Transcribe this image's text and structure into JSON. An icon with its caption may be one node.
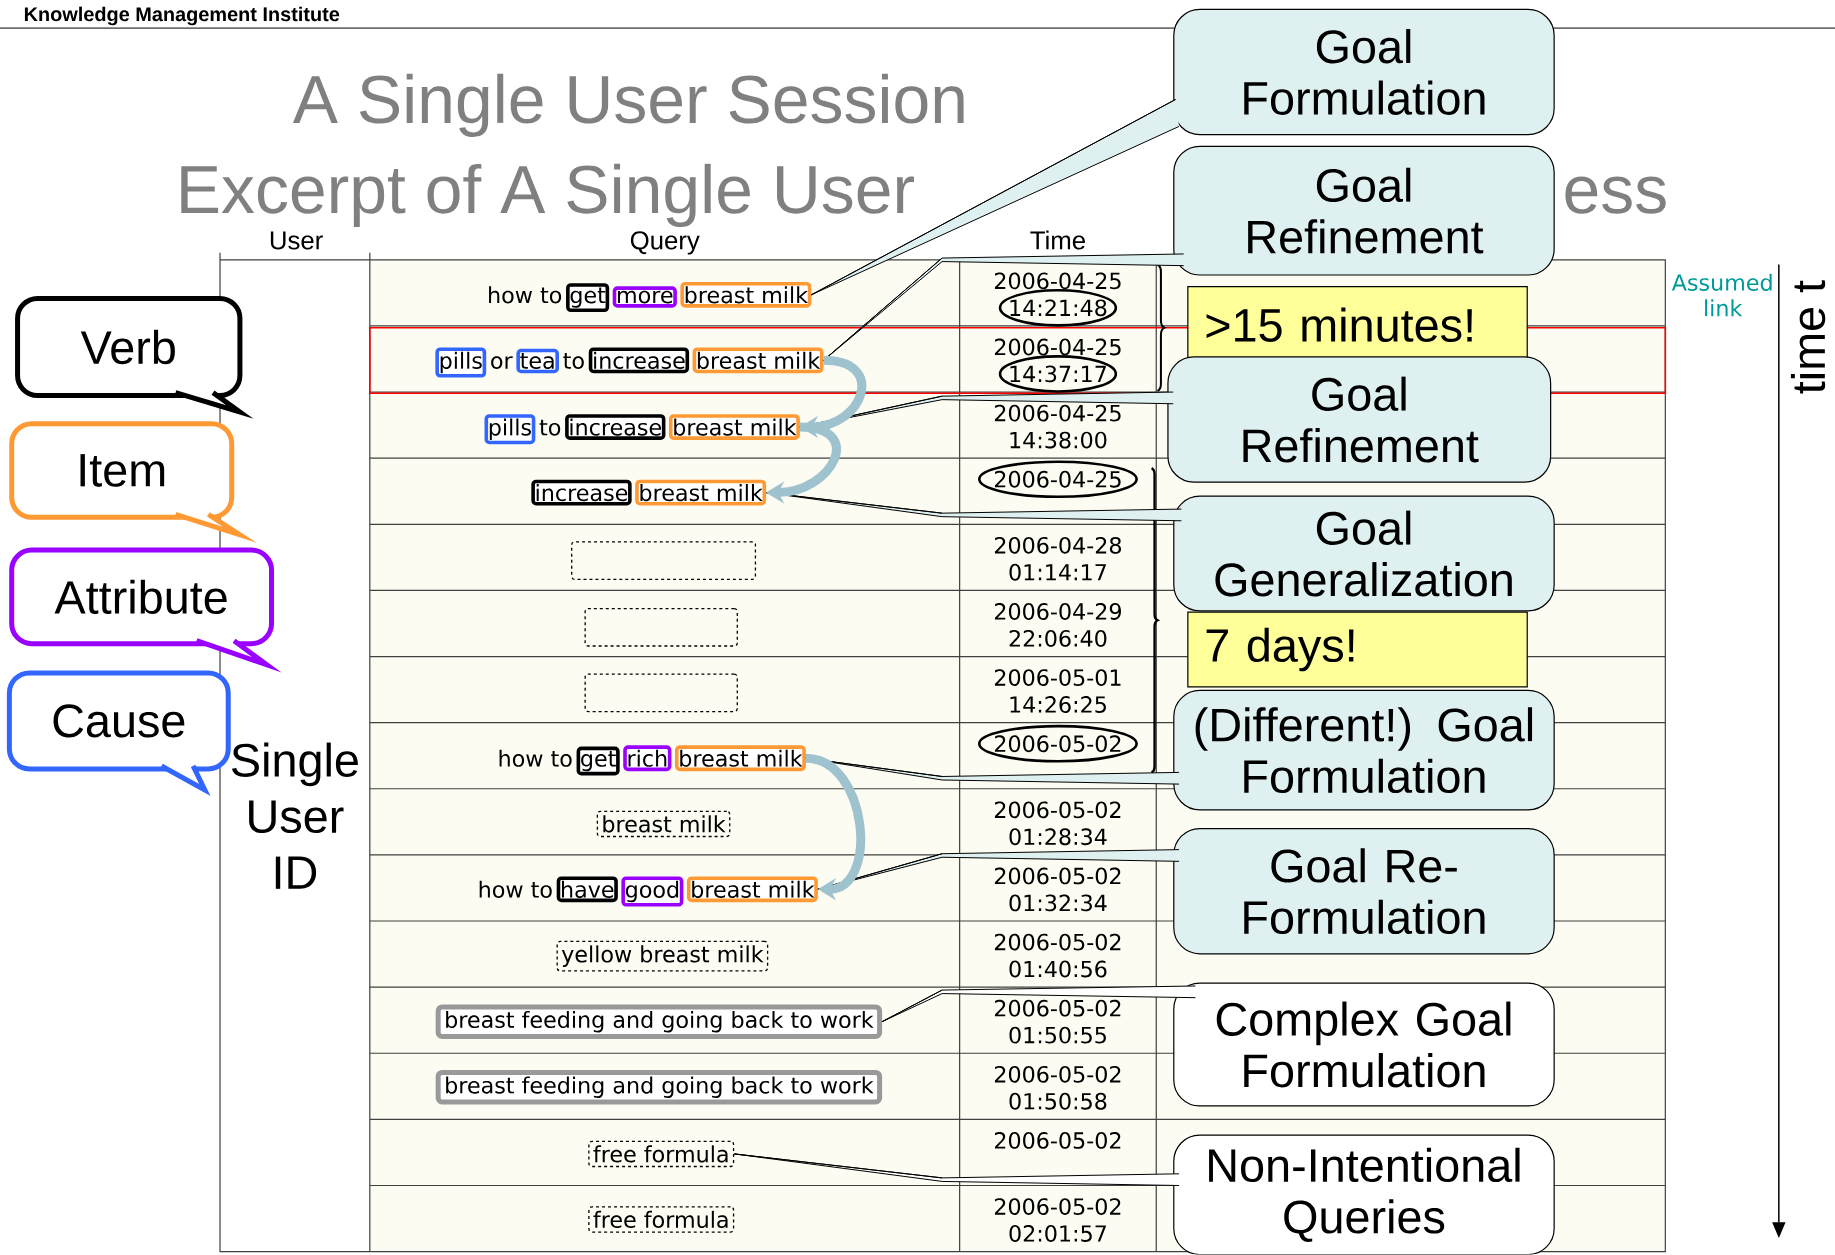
{
  "diagram": {
    "title": "A Single User Session",
    "nodes": [
      {
        "text": [
          "Verb"
        ]
      },
      {
        "text": [
          "Item"
        ]
      },
      {
        "text": [
          "Attribute"
        ]
      },
      {
        "text": [
          "Cause"
        ]
      },
      {
        "text": [
          "Goal Formulation"
        ]
      },
      {
        "text": [
          "Goal Refinement"
        ]
      },
      {
        "text": [
          ">15 minutes!"
        ]
      },
      {
        "text": [
          "Goal Refinement"
        ]
      },
      {
        "text": [
          "Goal Generalization"
        ]
      },
      {
        "text": [
          "7 days!"
        ]
      },
      {
        "text": [
          "(Different!) Goal Formulation"
        ]
      },
      {
        "text": [
          "Goal Re-Formulation"
        ]
      },
      {
        "text": [
          "Complex Goal Formulation"
        ]
      },
      {
        "text": [
          "Non-Intentional Queries"
        ]
      },
      {
        "text": [
          "get"
        ]
      },
      {
        "text": [
          "more"
        ]
      },
      {
        "text": [
          "breast milk"
        ]
      },
      {
        "text": [
          "14:21:48"
        ]
      },
      {
        "text": [
          "pills"
        ]
      },
      {
        "text": [
          "tea"
        ]
      },
      {
        "text": [
          "increase"
        ]
      },
      {
        "text": [
          "breast milk"
        ]
      },
      {
        "text": [
          "14:37:17"
        ]
      },
      {
        "text": [
          "pills"
        ]
      },
      {
        "text": [
          "increase"
        ]
      },
      {
        "text": [
          "breast milk"
        ]
      },
      {
        "text": [
          "increase"
        ]
      },
      {
        "text": [
          "breast milk"
        ]
      },
      {
        "text": [
          "2006-04-25"
        ]
      },
      {
        "text": [],
        "shape": "box"
      },
      {
        "text": [],
        "shape": "box"
      },
      {
        "text": [],
        "shape": "box"
      },
      {
        "text": [
          "get"
        ]
      },
      {
        "text": [
          "rich"
        ]
      },
      {
        "text": [
          "breast milk"
        ]
      },
      {
        "text": [
          "2006-05-02"
        ]
      },
      {
        "text": [
          "breast milk"
        ]
      },
      {
        "text": [
          "have"
        ]
      },
      {
        "text": [
          "good"
        ]
      },
      {
        "text": [
          "breast milk"
        ]
      },
      {
        "text": [
          "yellow breast milk"
        ]
      },
      {
        "text": [
          "breast feeding and going back to work"
        ]
      },
      {
        "text": [
          "breast feeding and going back to work"
        ]
      },
      {
        "text": [
          "free formula"
        ]
      },
      {
        "text": [
          "free formula"
        ]
      }
    ],
    "edges": [
      {
        "from": 4,
        "to": 16,
        "arrow": "none"
      },
      {
        "from": 5,
        "to": 21,
        "arrow": "none"
      },
      {
        "from": 7,
        "to": 25,
        "arrow": "none"
      },
      {
        "from": 8,
        "to": 27,
        "arrow": "none"
      },
      {
        "from": 10,
        "to": 34,
        "arrow": "none"
      },
      {
        "from": 11,
        "to": 39,
        "arrow": "none"
      },
      {
        "from": 12,
        "to": 41,
        "arrow": "none"
      },
      {
        "from": 13,
        "to": 43,
        "arrow": "none"
      },
      {
        "from": 21,
        "to": 25,
        "arrow": "to",
        "style": "thick",
        "color": "#9fc3ce"
      },
      {
        "from": 25,
        "to": 27,
        "arrow": "to",
        "style": "thick",
        "color": "#9fc3ce"
      },
      {
        "from": 34,
        "to": 39,
        "arrow": "to",
        "style": "thick",
        "color": "#9fc3ce"
      }
    ],
    "labels": [
      "Knowledge Management Institute",
      "Excerpt of A Single User",
      "ess",
      "User",
      "Query",
      "Time",
      "Assumed link",
      "time t",
      "how to",
      "2006-04-25",
      "or",
      "to",
      "2006-04-25",
      "to",
      "2006-04-25",
      "14:38:00",
      "2006-04-28",
      "01:14:17",
      "2006-04-29",
      "22:06:40",
      "2006-05-01",
      "14:26:25",
      "Single User ID",
      "how to",
      "2006-05-02",
      "01:28:34",
      "how to",
      "2006-05-02",
      "01:32:34",
      "2006-05-02",
      "01:40:56",
      "2006-05-02",
      "01:50:55",
      "2006-05-02",
      "01:50:58",
      "2006-05-02",
      "2006-05-02",
      "02:01:57"
    ]
  }
}
